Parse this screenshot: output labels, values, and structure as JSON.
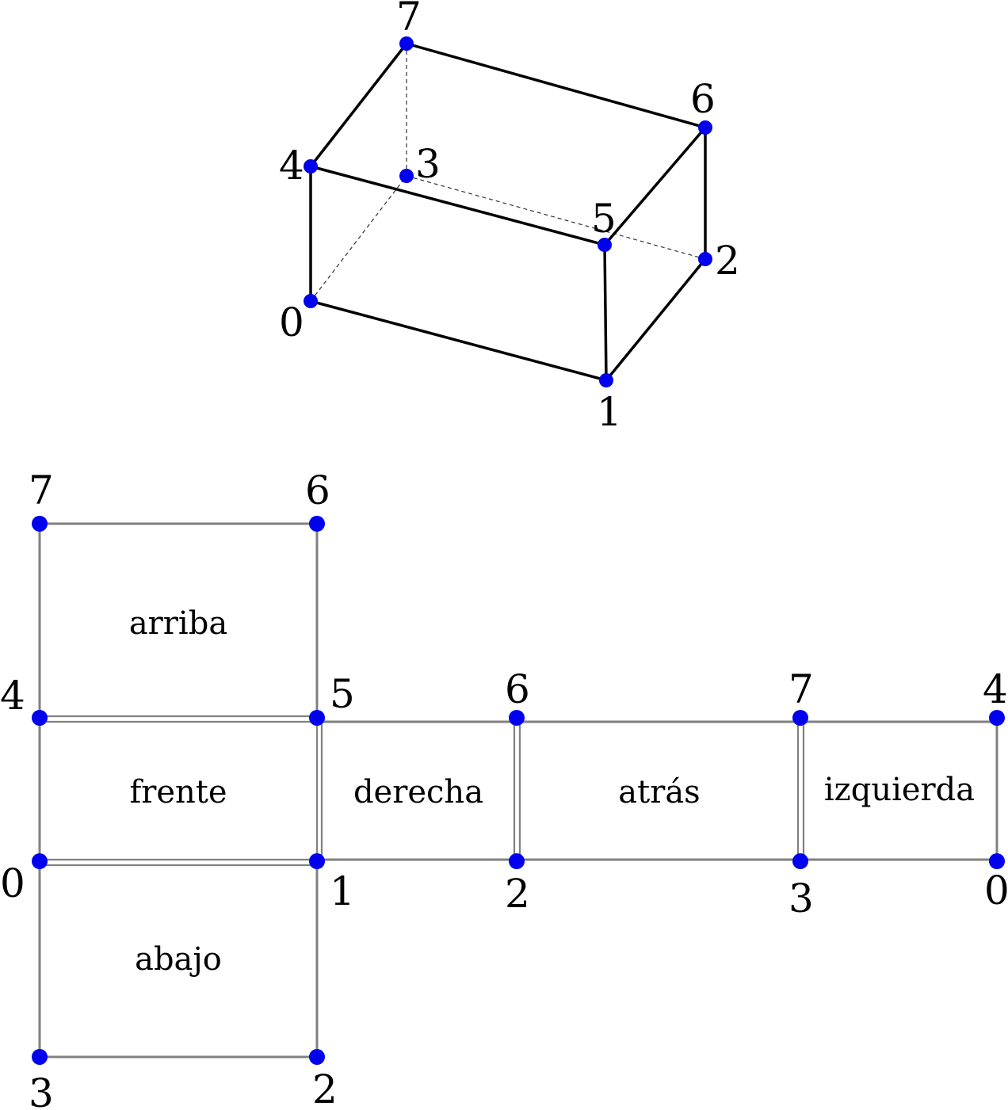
{
  "cube": {
    "vertices": [
      {
        "id": "v0",
        "label": "0"
      },
      {
        "id": "v1",
        "label": "1"
      },
      {
        "id": "v2",
        "label": "2"
      },
      {
        "id": "v3",
        "label": "3"
      },
      {
        "id": "v4",
        "label": "4"
      },
      {
        "id": "v5",
        "label": "5"
      },
      {
        "id": "v6",
        "label": "6"
      },
      {
        "id": "v7",
        "label": "7"
      }
    ],
    "visible_edges": [
      [
        "0",
        "1"
      ],
      [
        "1",
        "2"
      ],
      [
        "2",
        "6"
      ],
      [
        "6",
        "7"
      ],
      [
        "7",
        "4"
      ],
      [
        "4",
        "0"
      ],
      [
        "4",
        "5"
      ],
      [
        "5",
        "1"
      ],
      [
        "5",
        "6"
      ]
    ],
    "hidden_edges": [
      [
        "0",
        "3"
      ],
      [
        "3",
        "2"
      ],
      [
        "3",
        "7"
      ]
    ]
  },
  "net": {
    "faces": [
      {
        "id": "top",
        "label": "arriba"
      },
      {
        "id": "front",
        "label": "frente"
      },
      {
        "id": "right",
        "label": "derecha"
      },
      {
        "id": "back",
        "label": "atrás"
      },
      {
        "id": "left",
        "label": "izquierda"
      },
      {
        "id": "bottom",
        "label": "abajo"
      }
    ],
    "vertex_labels": {
      "top_left": "7",
      "top_right": "6",
      "front_tl": "4",
      "front_tr": "5",
      "right_tr": "6",
      "back_tr": "7",
      "left_tr": "4",
      "front_bl": "0",
      "front_br": "1",
      "right_br": "2",
      "back_br": "3",
      "left_br": "0",
      "bottom_bl": "3",
      "bottom_br": "2"
    }
  },
  "colors": {
    "vertex": "#0000ee",
    "edge_3d": "#000000",
    "edge_net": "#808080"
  }
}
